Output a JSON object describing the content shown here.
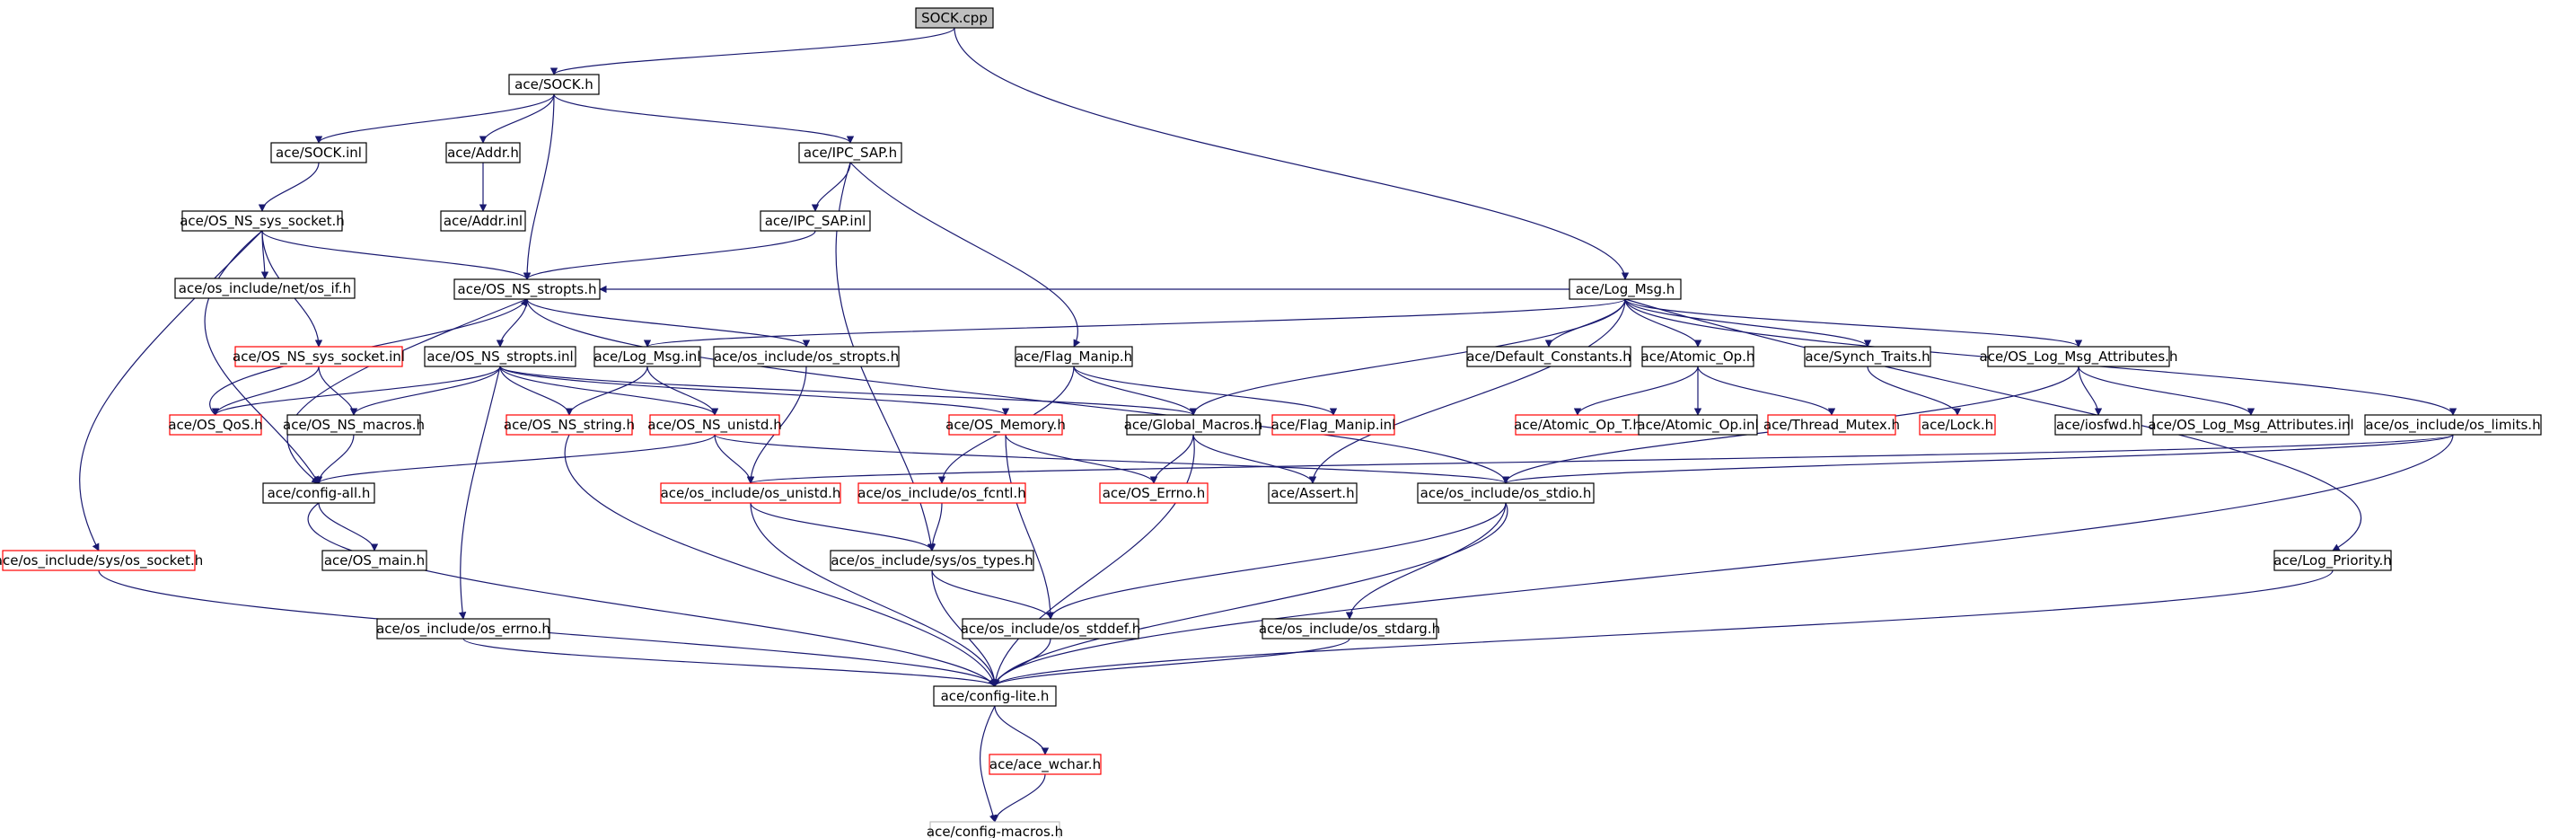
{
  "colors": {
    "edge": "#191970",
    "border_default": "#000000",
    "border_truncated": "#ff0000",
    "border_external": "#bfbfbf",
    "root_fill": "#bfbfbf",
    "node_fill": "#ffffff",
    "text": "#000000"
  },
  "nodes": [
    {
      "id": "sock_cpp",
      "label": "SOCK.cpp",
      "style": "root"
    },
    {
      "id": "sock_h",
      "label": "ace/SOCK.h",
      "style": "normal"
    },
    {
      "id": "sock_inl",
      "label": "ace/SOCK.inl",
      "style": "normal"
    },
    {
      "id": "addr_h",
      "label": "ace/Addr.h",
      "style": "normal"
    },
    {
      "id": "ipc_h",
      "label": "ace/IPC_SAP.h",
      "style": "normal"
    },
    {
      "id": "addr_inl",
      "label": "ace/Addr.inl",
      "style": "normal"
    },
    {
      "id": "os_ns_sys_socket_h",
      "label": "ace/OS_NS_sys_socket.h",
      "style": "normal"
    },
    {
      "id": "ipc_inl",
      "label": "ace/IPC_SAP.inl",
      "style": "normal"
    },
    {
      "id": "net_os_if",
      "label": "ace/os_include/net/os_if.h",
      "style": "normal"
    },
    {
      "id": "os_ns_stropts_h",
      "label": "ace/OS_NS_stropts.h",
      "style": "normal"
    },
    {
      "id": "log_msg_h",
      "label": "ace/Log_Msg.h",
      "style": "normal"
    },
    {
      "id": "os_ns_sys_socket_inl",
      "label": "ace/OS_NS_sys_socket.inl",
      "style": "truncated"
    },
    {
      "id": "os_ns_stropts_inl",
      "label": "ace/OS_NS_stropts.inl",
      "style": "normal"
    },
    {
      "id": "log_msg_inl",
      "label": "ace/Log_Msg.inl",
      "style": "normal"
    },
    {
      "id": "os_stropts_h",
      "label": "ace/os_include/os_stropts.h",
      "style": "normal"
    },
    {
      "id": "flag_manip_h",
      "label": "ace/Flag_Manip.h",
      "style": "normal"
    },
    {
      "id": "default_constants",
      "label": "ace/Default_Constants.h",
      "style": "normal"
    },
    {
      "id": "atomic_op_h",
      "label": "ace/Atomic_Op.h",
      "style": "normal"
    },
    {
      "id": "synch_traits",
      "label": "ace/Synch_Traits.h",
      "style": "normal"
    },
    {
      "id": "log_msg_attr_h",
      "label": "ace/OS_Log_Msg_Attributes.h",
      "style": "normal"
    },
    {
      "id": "os_qos",
      "label": "ace/OS_QoS.h",
      "style": "truncated"
    },
    {
      "id": "os_ns_macros",
      "label": "ace/OS_NS_macros.h",
      "style": "normal"
    },
    {
      "id": "os_ns_string",
      "label": "ace/OS_NS_string.h",
      "style": "truncated"
    },
    {
      "id": "os_ns_unistd",
      "label": "ace/OS_NS_unistd.h",
      "style": "truncated"
    },
    {
      "id": "os_memory",
      "label": "ace/OS_Memory.h",
      "style": "truncated"
    },
    {
      "id": "global_macros",
      "label": "ace/Global_Macros.h",
      "style": "normal"
    },
    {
      "id": "flag_manip_inl",
      "label": "ace/Flag_Manip.inl",
      "style": "truncated"
    },
    {
      "id": "atomic_op_t",
      "label": "ace/Atomic_Op_T.h",
      "style": "truncated"
    },
    {
      "id": "atomic_op_inl",
      "label": "ace/Atomic_Op.inl",
      "style": "normal"
    },
    {
      "id": "thread_mutex",
      "label": "ace/Thread_Mutex.h",
      "style": "truncated"
    },
    {
      "id": "lock_h",
      "label": "ace/Lock.h",
      "style": "truncated"
    },
    {
      "id": "iosfwd",
      "label": "ace/iosfwd.h",
      "style": "normal"
    },
    {
      "id": "log_msg_attr_inl",
      "label": "ace/OS_Log_Msg_Attributes.inl",
      "style": "normal"
    },
    {
      "id": "os_limits",
      "label": "ace/os_include/os_limits.h",
      "style": "normal"
    },
    {
      "id": "config_all",
      "label": "ace/config-all.h",
      "style": "normal"
    },
    {
      "id": "os_unistd",
      "label": "ace/os_include/os_unistd.h",
      "style": "truncated"
    },
    {
      "id": "os_fcntl",
      "label": "ace/os_include/os_fcntl.h",
      "style": "truncated"
    },
    {
      "id": "os_errno_red",
      "label": "ace/OS_Errno.h",
      "style": "truncated"
    },
    {
      "id": "assert_h",
      "label": "ace/Assert.h",
      "style": "normal"
    },
    {
      "id": "os_stdio",
      "label": "ace/os_include/os_stdio.h",
      "style": "normal"
    },
    {
      "id": "sys_os_socket",
      "label": "ace/os_include/sys/os_socket.h",
      "style": "truncated"
    },
    {
      "id": "os_main",
      "label": "ace/OS_main.h",
      "style": "normal"
    },
    {
      "id": "sys_os_types",
      "label": "ace/os_include/sys/os_types.h",
      "style": "normal"
    },
    {
      "id": "log_priority",
      "label": "ace/Log_Priority.h",
      "style": "normal"
    },
    {
      "id": "os_errno_inc",
      "label": "ace/os_include/os_errno.h",
      "style": "normal"
    },
    {
      "id": "os_stddef",
      "label": "ace/os_include/os_stddef.h",
      "style": "normal"
    },
    {
      "id": "os_stdarg",
      "label": "ace/os_include/os_stdarg.h",
      "style": "normal"
    },
    {
      "id": "config_lite",
      "label": "ace/config-lite.h",
      "style": "normal"
    },
    {
      "id": "ace_wchar",
      "label": "ace/ace_wchar.h",
      "style": "truncated"
    },
    {
      "id": "config_macros",
      "label": "ace/config-macros.h",
      "style": "external"
    }
  ],
  "edges": [
    [
      "sock_cpp",
      "sock_h"
    ],
    [
      "sock_cpp",
      "log_msg_h"
    ],
    [
      "sock_h",
      "sock_inl"
    ],
    [
      "sock_h",
      "addr_h"
    ],
    [
      "sock_h",
      "ipc_h"
    ],
    [
      "sock_h",
      "os_ns_stropts_h"
    ],
    [
      "sock_inl",
      "os_ns_sys_socket_h"
    ],
    [
      "addr_h",
      "addr_inl"
    ],
    [
      "ipc_h",
      "ipc_inl"
    ],
    [
      "ipc_h",
      "flag_manip_h"
    ],
    [
      "ipc_h",
      "sys_os_types"
    ],
    [
      "ipc_inl",
      "os_ns_stropts_h"
    ],
    [
      "os_ns_sys_socket_h",
      "net_os_if"
    ],
    [
      "os_ns_sys_socket_h",
      "os_ns_stropts_h"
    ],
    [
      "os_ns_sys_socket_h",
      "os_ns_sys_socket_inl"
    ],
    [
      "os_ns_sys_socket_h",
      "sys_os_socket"
    ],
    [
      "os_ns_sys_socket_h",
      "config_all"
    ],
    [
      "os_ns_stropts_h",
      "os_ns_stropts_inl"
    ],
    [
      "os_ns_stropts_h",
      "os_stropts_h"
    ],
    [
      "os_ns_stropts_h",
      "os_stdio"
    ],
    [
      "os_ns_stropts_h",
      "config_all"
    ],
    [
      "os_ns_sys_socket_inl",
      "os_qos"
    ],
    [
      "os_ns_sys_socket_inl",
      "os_ns_macros"
    ],
    [
      "os_qos",
      "os_ns_stropts_h"
    ],
    [
      "os_ns_stropts_inl",
      "os_qos"
    ],
    [
      "os_ns_stropts_inl",
      "os_ns_macros"
    ],
    [
      "os_ns_stropts_inl",
      "os_ns_string"
    ],
    [
      "os_ns_stropts_inl",
      "os_ns_unistd"
    ],
    [
      "os_ns_stropts_inl",
      "os_errno_inc"
    ],
    [
      "os_ns_stropts_inl",
      "os_memory"
    ],
    [
      "os_ns_stropts_inl",
      "global_macros"
    ],
    [
      "os_ns_macros",
      "config_all"
    ],
    [
      "os_stropts_h",
      "os_unistd"
    ],
    [
      "log_msg_h",
      "log_msg_inl"
    ],
    [
      "log_msg_h",
      "default_constants"
    ],
    [
      "log_msg_h",
      "atomic_op_h"
    ],
    [
      "log_msg_h",
      "synch_traits"
    ],
    [
      "log_msg_h",
      "log_msg_attr_h"
    ],
    [
      "log_msg_h",
      "os_limits"
    ],
    [
      "log_msg_h",
      "global_macros"
    ],
    [
      "log_msg_h",
      "assert_h"
    ],
    [
      "log_msg_h",
      "log_priority"
    ],
    [
      "log_msg_h",
      "os_ns_stropts_h"
    ],
    [
      "log_msg_inl",
      "os_ns_string"
    ],
    [
      "log_msg_inl",
      "os_ns_unistd"
    ],
    [
      "flag_manip_h",
      "global_macros"
    ],
    [
      "flag_manip_h",
      "flag_manip_inl"
    ],
    [
      "flag_manip_h",
      "os_fcntl"
    ],
    [
      "atomic_op_h",
      "atomic_op_t"
    ],
    [
      "atomic_op_h",
      "atomic_op_inl"
    ],
    [
      "atomic_op_h",
      "thread_mutex"
    ],
    [
      "synch_traits",
      "lock_h"
    ],
    [
      "log_msg_attr_h",
      "iosfwd"
    ],
    [
      "log_msg_attr_h",
      "log_msg_attr_inl"
    ],
    [
      "log_msg_attr_h",
      "os_stdio"
    ],
    [
      "os_limits",
      "os_unistd"
    ],
    [
      "os_limits",
      "os_stdio"
    ],
    [
      "os_limits",
      "config_lite"
    ],
    [
      "os_ns_string",
      "config_lite"
    ],
    [
      "os_ns_unistd",
      "os_unistd"
    ],
    [
      "os_ns_unistd",
      "config_all"
    ],
    [
      "os_ns_unistd",
      "os_stdio"
    ],
    [
      "os_memory",
      "os_errno_red"
    ],
    [
      "os_memory",
      "os_stddef"
    ],
    [
      "global_macros",
      "os_errno_red"
    ],
    [
      "global_macros",
      "assert_h"
    ],
    [
      "global_macros",
      "config_lite"
    ],
    [
      "config_all",
      "os_main"
    ],
    [
      "config_all",
      "config_lite"
    ],
    [
      "os_unistd",
      "sys_os_types"
    ],
    [
      "os_unistd",
      "config_lite"
    ],
    [
      "os_fcntl",
      "sys_os_types"
    ],
    [
      "os_stdio",
      "os_stddef"
    ],
    [
      "os_stdio",
      "os_stdarg"
    ],
    [
      "os_stdio",
      "config_lite"
    ],
    [
      "sys_os_socket",
      "config_lite"
    ],
    [
      "sys_os_types",
      "os_stddef"
    ],
    [
      "sys_os_types",
      "config_lite"
    ],
    [
      "os_errno_inc",
      "config_lite"
    ],
    [
      "os_stddef",
      "config_lite"
    ],
    [
      "os_stdarg",
      "config_lite"
    ],
    [
      "log_priority",
      "config_lite"
    ],
    [
      "config_lite",
      "ace_wchar"
    ],
    [
      "config_lite",
      "config_macros"
    ],
    [
      "ace_wchar",
      "config_macros"
    ]
  ]
}
